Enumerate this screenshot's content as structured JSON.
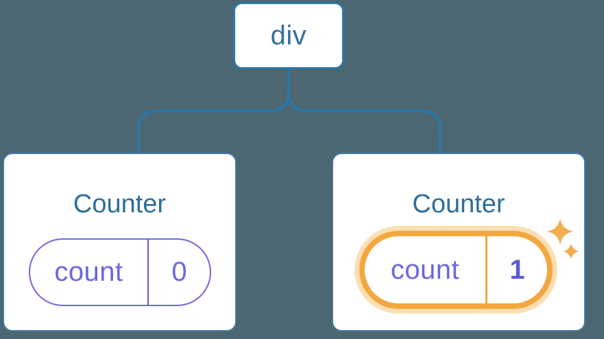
{
  "tree": {
    "root": {
      "label": "div"
    },
    "children": [
      {
        "title": "Counter",
        "state": {
          "label": "count",
          "value": "0"
        },
        "highlighted": false
      },
      {
        "title": "Counter",
        "state": {
          "label": "count",
          "value": "1"
        },
        "highlighted": true
      }
    ]
  },
  "colors": {
    "background": "#4C6672",
    "line_blue": "#2B77A8",
    "card_bg": "#FFFFFF",
    "card_border": "#3F7CA9",
    "node_text_blue": "#35719A",
    "title_blue": "#2E6E96",
    "pill_purple": "#6B69DE",
    "pill_divider_purple": "#5757D2",
    "pill_text_purple": "#6A68DC",
    "pill_value_purple": "#5B5BD6",
    "highlight_orange": "#F5A73F",
    "highlight_glow": "#FBDFB4",
    "sparkle_orange": "#F3AC4E"
  }
}
